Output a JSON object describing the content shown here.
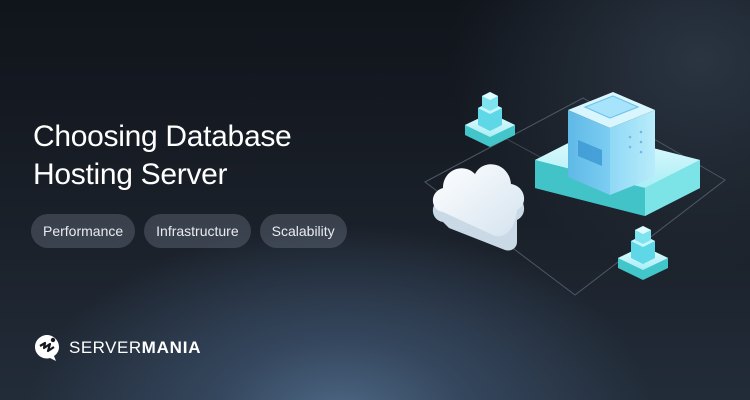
{
  "title": {
    "line1": "Choosing Database",
    "line2": "Hosting Server"
  },
  "tags": [
    "Performance",
    "Infrastructure",
    "Scalability"
  ],
  "brand": {
    "part1": "SERVER",
    "part2": "MANIA"
  },
  "colors": {
    "accent": "#5fe3ec",
    "background": "#141820",
    "tag_bg": "#4a5261"
  },
  "icons": [
    "servermania-logo-icon",
    "server-tower-icon",
    "cloud-icon",
    "cube-node-icon"
  ]
}
